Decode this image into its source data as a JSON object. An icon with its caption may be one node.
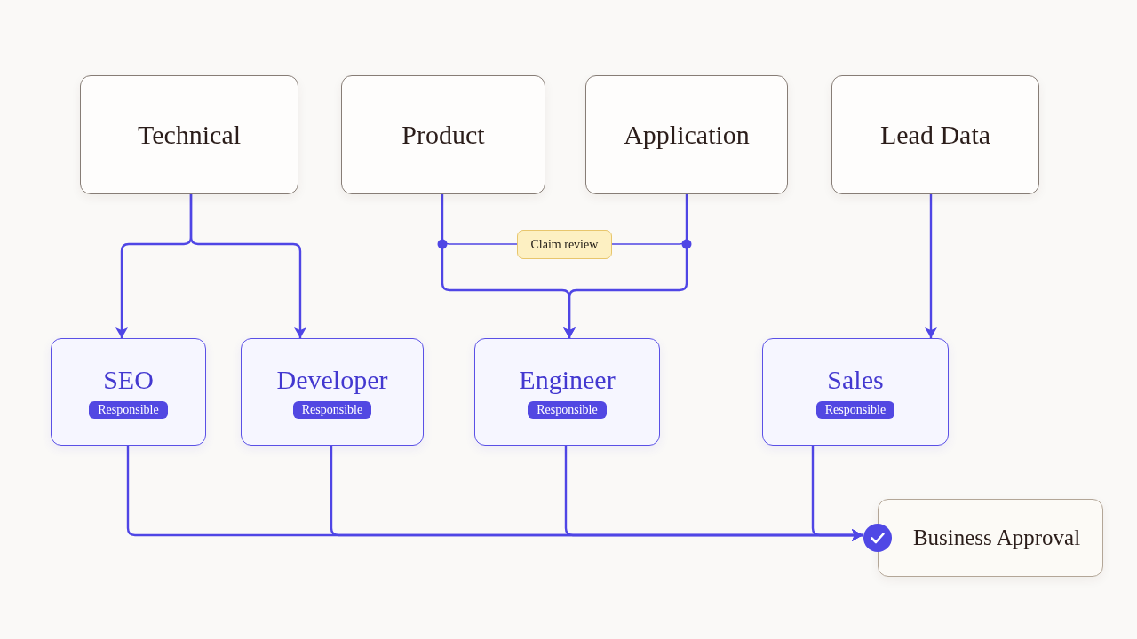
{
  "diagram": {
    "nodes": [
      {
        "text": [
          "Technical"
        ]
      },
      {
        "text": [
          "Product"
        ]
      },
      {
        "text": [
          "Application"
        ]
      },
      {
        "text": [
          "Lead Data"
        ]
      },
      {
        "text": [
          "SEO",
          "Responsible"
        ]
      },
      {
        "text": [
          "Developer",
          "Responsible"
        ]
      },
      {
        "text": [
          "Engineer",
          "Responsible"
        ]
      },
      {
        "text": [
          "Sales",
          "Responsible"
        ]
      },
      {
        "text": [
          "Business Approval"
        ]
      }
    ],
    "edges": [
      {
        "from": 0,
        "to": 4,
        "arrow": "to"
      },
      {
        "from": 0,
        "to": 5,
        "arrow": "to"
      },
      {
        "from": 1,
        "to": 2,
        "arrow": "none",
        "label": "Claim review"
      },
      {
        "from": 1,
        "to": 6,
        "arrow": "to"
      },
      {
        "from": 2,
        "to": 6,
        "arrow": "to"
      },
      {
        "from": 3,
        "to": 7,
        "arrow": "to"
      },
      {
        "from": 4,
        "to": 8,
        "arrow": "to"
      },
      {
        "from": 5,
        "to": 8,
        "arrow": "to"
      },
      {
        "from": 6,
        "to": 8,
        "arrow": "to"
      },
      {
        "from": 7,
        "to": 8,
        "arrow": "to"
      }
    ]
  }
}
